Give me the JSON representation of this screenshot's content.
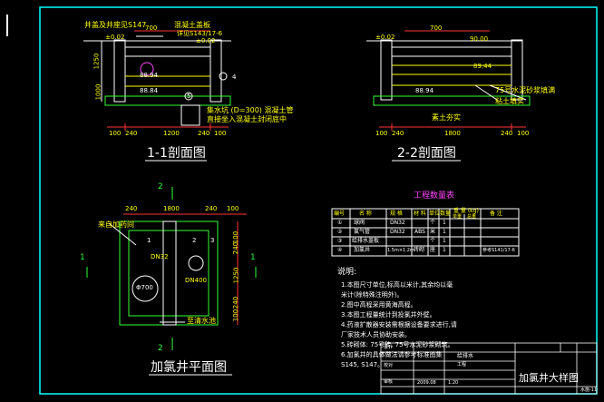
{
  "sections": {
    "s11": {
      "title": "1-1剖面图",
      "ref": "井盖及井座见S147",
      "slab": "混凝土盖板",
      "slab_std": "详见S143/17-6",
      "level_left": "±0.02",
      "level_right": "±0.02",
      "dim_700": "700",
      "dim_1250": "1250",
      "dim_1000": "1000",
      "elev_8894": "88.94",
      "elev_8884": "88.84",
      "marker_4": "4",
      "marker_5": "5",
      "pipe_note1": "集水坑 (D=300) 混凝土管",
      "pipe_note2": "直接坐入混凝土封闭底中",
      "bottom_dims": [
        "100",
        "240",
        "1200",
        "240",
        "100"
      ]
    },
    "s22": {
      "title": "2-2剖面图",
      "level": "±0.02",
      "dim_700": "700",
      "elev_9000": "90.00",
      "elev_8944": "89.44",
      "elev_8894": "88.94",
      "note_mortar": "75号水泥砂浆填满",
      "note_clay": "粘土填实",
      "note_soil": "素土夯实",
      "bottom_dims": [
        "100",
        "240",
        "1800",
        "240",
        "100"
      ]
    },
    "plan": {
      "title": "加氯井平面图",
      "label_top": "2",
      "label_bottom": "2",
      "label_left": "1",
      "label_right": "1",
      "from_pool": "来自加药间",
      "to_pool": "至清水池",
      "pipe_a": "DN32",
      "pipe_b": "DN400",
      "mark_1": "1",
      "mark_2": "2",
      "mark_3": "3",
      "circle_label": "Φ700",
      "top_dims": [
        "240",
        "1800",
        "240",
        "100"
      ],
      "side_dims": [
        "100",
        "240",
        "1250",
        "240",
        "100"
      ]
    }
  },
  "table": {
    "title": "工程数量表",
    "headers": [
      "编号",
      "名 称",
      "规 格",
      "材 料",
      "单位",
      "数量",
      "重 量 (kg)",
      "备 注"
    ],
    "weight_sub": [
      "单重",
      "总重"
    ],
    "rows": [
      {
        "no": "①",
        "name": "球阀",
        "spec": "DN32",
        "mat": "",
        "unit": "个",
        "qty": "1",
        "note": ""
      },
      {
        "no": "②",
        "name": "氯气管",
        "spec": "DN32",
        "mat": "ABS",
        "unit": "米",
        "qty": "1",
        "note": ""
      },
      {
        "no": "③",
        "name": "给排水盖板",
        "spec": "",
        "mat": "",
        "unit": "个",
        "qty": "1",
        "note": ""
      },
      {
        "no": "④",
        "name": "加氯井",
        "spec": "1.5m×1.2m",
        "mat": "砖砌",
        "unit": "座",
        "qty": "1",
        "note": "参考S141/17-6"
      }
    ]
  },
  "notes": {
    "title": "说明:",
    "lines": [
      "1.本图尺寸单位,标高以米计,其余均以毫",
      "米计(除特殊注明外)。",
      "2.图中高程采用黄海高程。",
      "3.本图工程量统计到投氯井外壁。",
      "4.药液扩散器安装需根据设备要求进行,请",
      "厂家技术人员协助安装。",
      "5.砖砌体: 75号砖, 75号水泥砂浆砌筑。",
      "6.加氯井的具体做法请参考标准图集",
      "S145, S147。"
    ]
  },
  "titleblock": {
    "drawing_title": "加氯井大样图",
    "design": "设计",
    "check": "校对",
    "approve": "审核",
    "project": "工程",
    "discipline": "给排水",
    "date": "2009.08",
    "scale": "1:20",
    "drawing_no": "水施-11"
  }
}
